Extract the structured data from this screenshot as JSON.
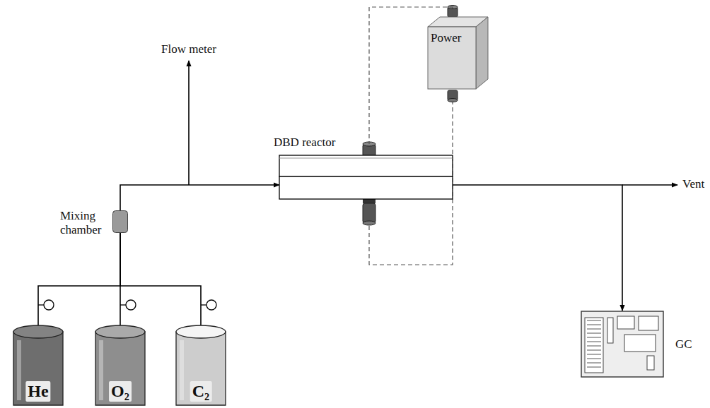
{
  "diagram": {
    "nodes": [
      {
        "text": [
          "Power"
        ]
      },
      {
        "text": [
          "DBD reactor"
        ]
      },
      {
        "text": [
          "Mixing chamber"
        ]
      },
      {
        "text": [
          "GC"
        ]
      },
      {
        "text": [
          "He"
        ]
      },
      {
        "text": [
          "O₂"
        ]
      },
      {
        "text": [
          "C₂"
        ]
      }
    ],
    "edges": [
      {
        "from": 4,
        "to": 2,
        "arrow": "none"
      },
      {
        "from": 5,
        "to": 2,
        "arrow": "none"
      },
      {
        "from": 6,
        "to": 2,
        "arrow": "none"
      },
      {
        "from": 2,
        "to": 1,
        "arrow": "to"
      },
      {
        "from": 1,
        "to": 3,
        "arrow": "to"
      },
      {
        "from": 0,
        "to": 1,
        "arrow": "none"
      }
    ],
    "labels": [
      "Flow meter",
      "Vent"
    ]
  }
}
